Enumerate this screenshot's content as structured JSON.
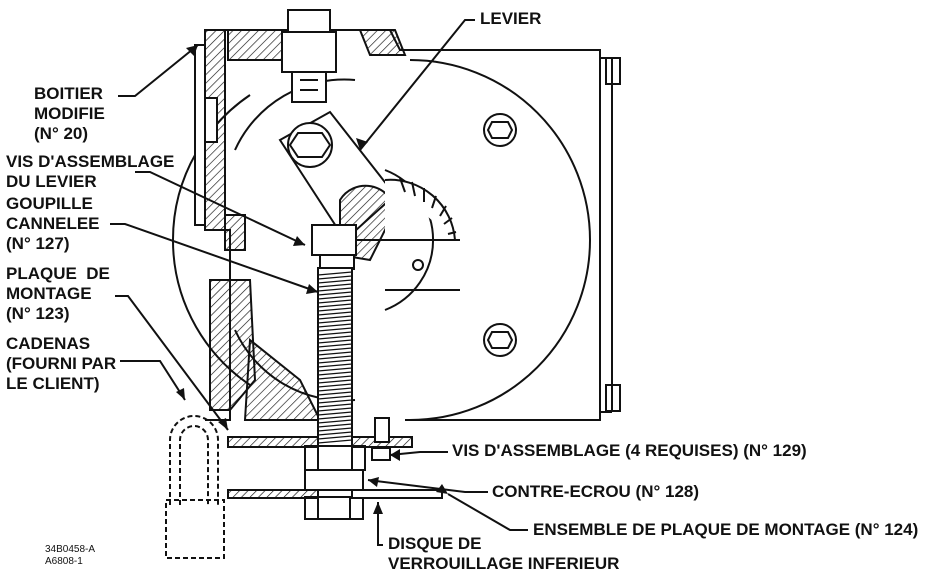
{
  "labels": {
    "levier": "LEVIER",
    "boitier": "BOITIER\nMODIFIE\n(N° 20)",
    "vis_levier": "VIS D'ASSEMBLAGE\nDU LEVIER",
    "goupille": "GOUPILLE\nCANNELEE\n(N° 127)",
    "plaque": "PLAQUE  DE\nMONTAGE\n(N° 123)",
    "cadenas": "CADENAS\n(FOURNI PAR\nLE CLIENT)",
    "vis_assemblage": "VIS D'ASSEMBLAGE (4 REQUISES) (N° 129)",
    "contre_ecrou": "CONTRE-ECROU (N° 128)",
    "ensemble": "ENSEMBLE DE PLAQUE DE MONTAGE (N° 124)",
    "disque": "DISQUE DE\nVERROUILLAGE INFERIEUR"
  },
  "drawing_ids": {
    "line1": "34B0458-A",
    "line2": "A6808-1"
  },
  "colors": {
    "ink": "#111111",
    "paper": "#ffffff"
  }
}
